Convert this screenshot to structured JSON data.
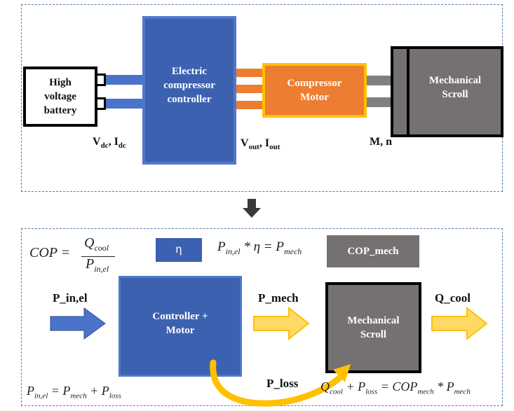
{
  "top": {
    "battery_label": "High\nvoltage\nbattery",
    "controller_label": "Electric\ncompressor\ncontroller",
    "motor_label": "Compressor\nMotor",
    "scroll_label": "Mechanical\nScroll",
    "vdc_label": {
      "main1": "V",
      "sub1": "dc",
      "sep": ", I",
      "sub2": "dc"
    },
    "vout_label": {
      "main1": "V",
      "sub1": "out",
      "sep": ", I",
      "sub2": "out"
    },
    "mn_label": "M, n"
  },
  "bottom": {
    "cop_eq": {
      "lhs": "COP =",
      "num": "Q",
      "num_sub": "cool",
      "den": "P",
      "den_sub": "in,el"
    },
    "eta_label": "η",
    "pmech_eq": {
      "p1": "P",
      "p1_sub": "in,el",
      "op": " * η = ",
      "p2": "P",
      "p2_sub": "mech"
    },
    "cop_mech_label": "COP_mech",
    "p_in_label": "P_in,el",
    "p_mech_label": "P_mech",
    "q_cool_label": "Q_cool",
    "p_loss_label": "P_loss",
    "ctrl_motor_label": "Controller +\nMotor",
    "mech_scroll_label": "Mechanical\nScroll",
    "pin_eq": {
      "a": "P",
      "a_sub": "in,el",
      "eq": " = ",
      "b": "P",
      "b_sub": "mech",
      "plus": " + ",
      "c": "P",
      "c_sub": "loss"
    },
    "qcool_eq": {
      "a": "Q",
      "a_sub": "cool",
      "plus": " + ",
      "b": "P",
      "b_sub": "loss",
      "eq": " = ",
      "c": "COP",
      "c_sub": "mech",
      "times": " * ",
      "d": "P",
      "d_sub": "mech"
    }
  },
  "colors": {
    "blue": "#3c61b0",
    "blue_border": "#2d4f9a",
    "orange": "#ed7d31",
    "yellow": "#ffc000",
    "gray": "#767171",
    "black": "#000000"
  }
}
